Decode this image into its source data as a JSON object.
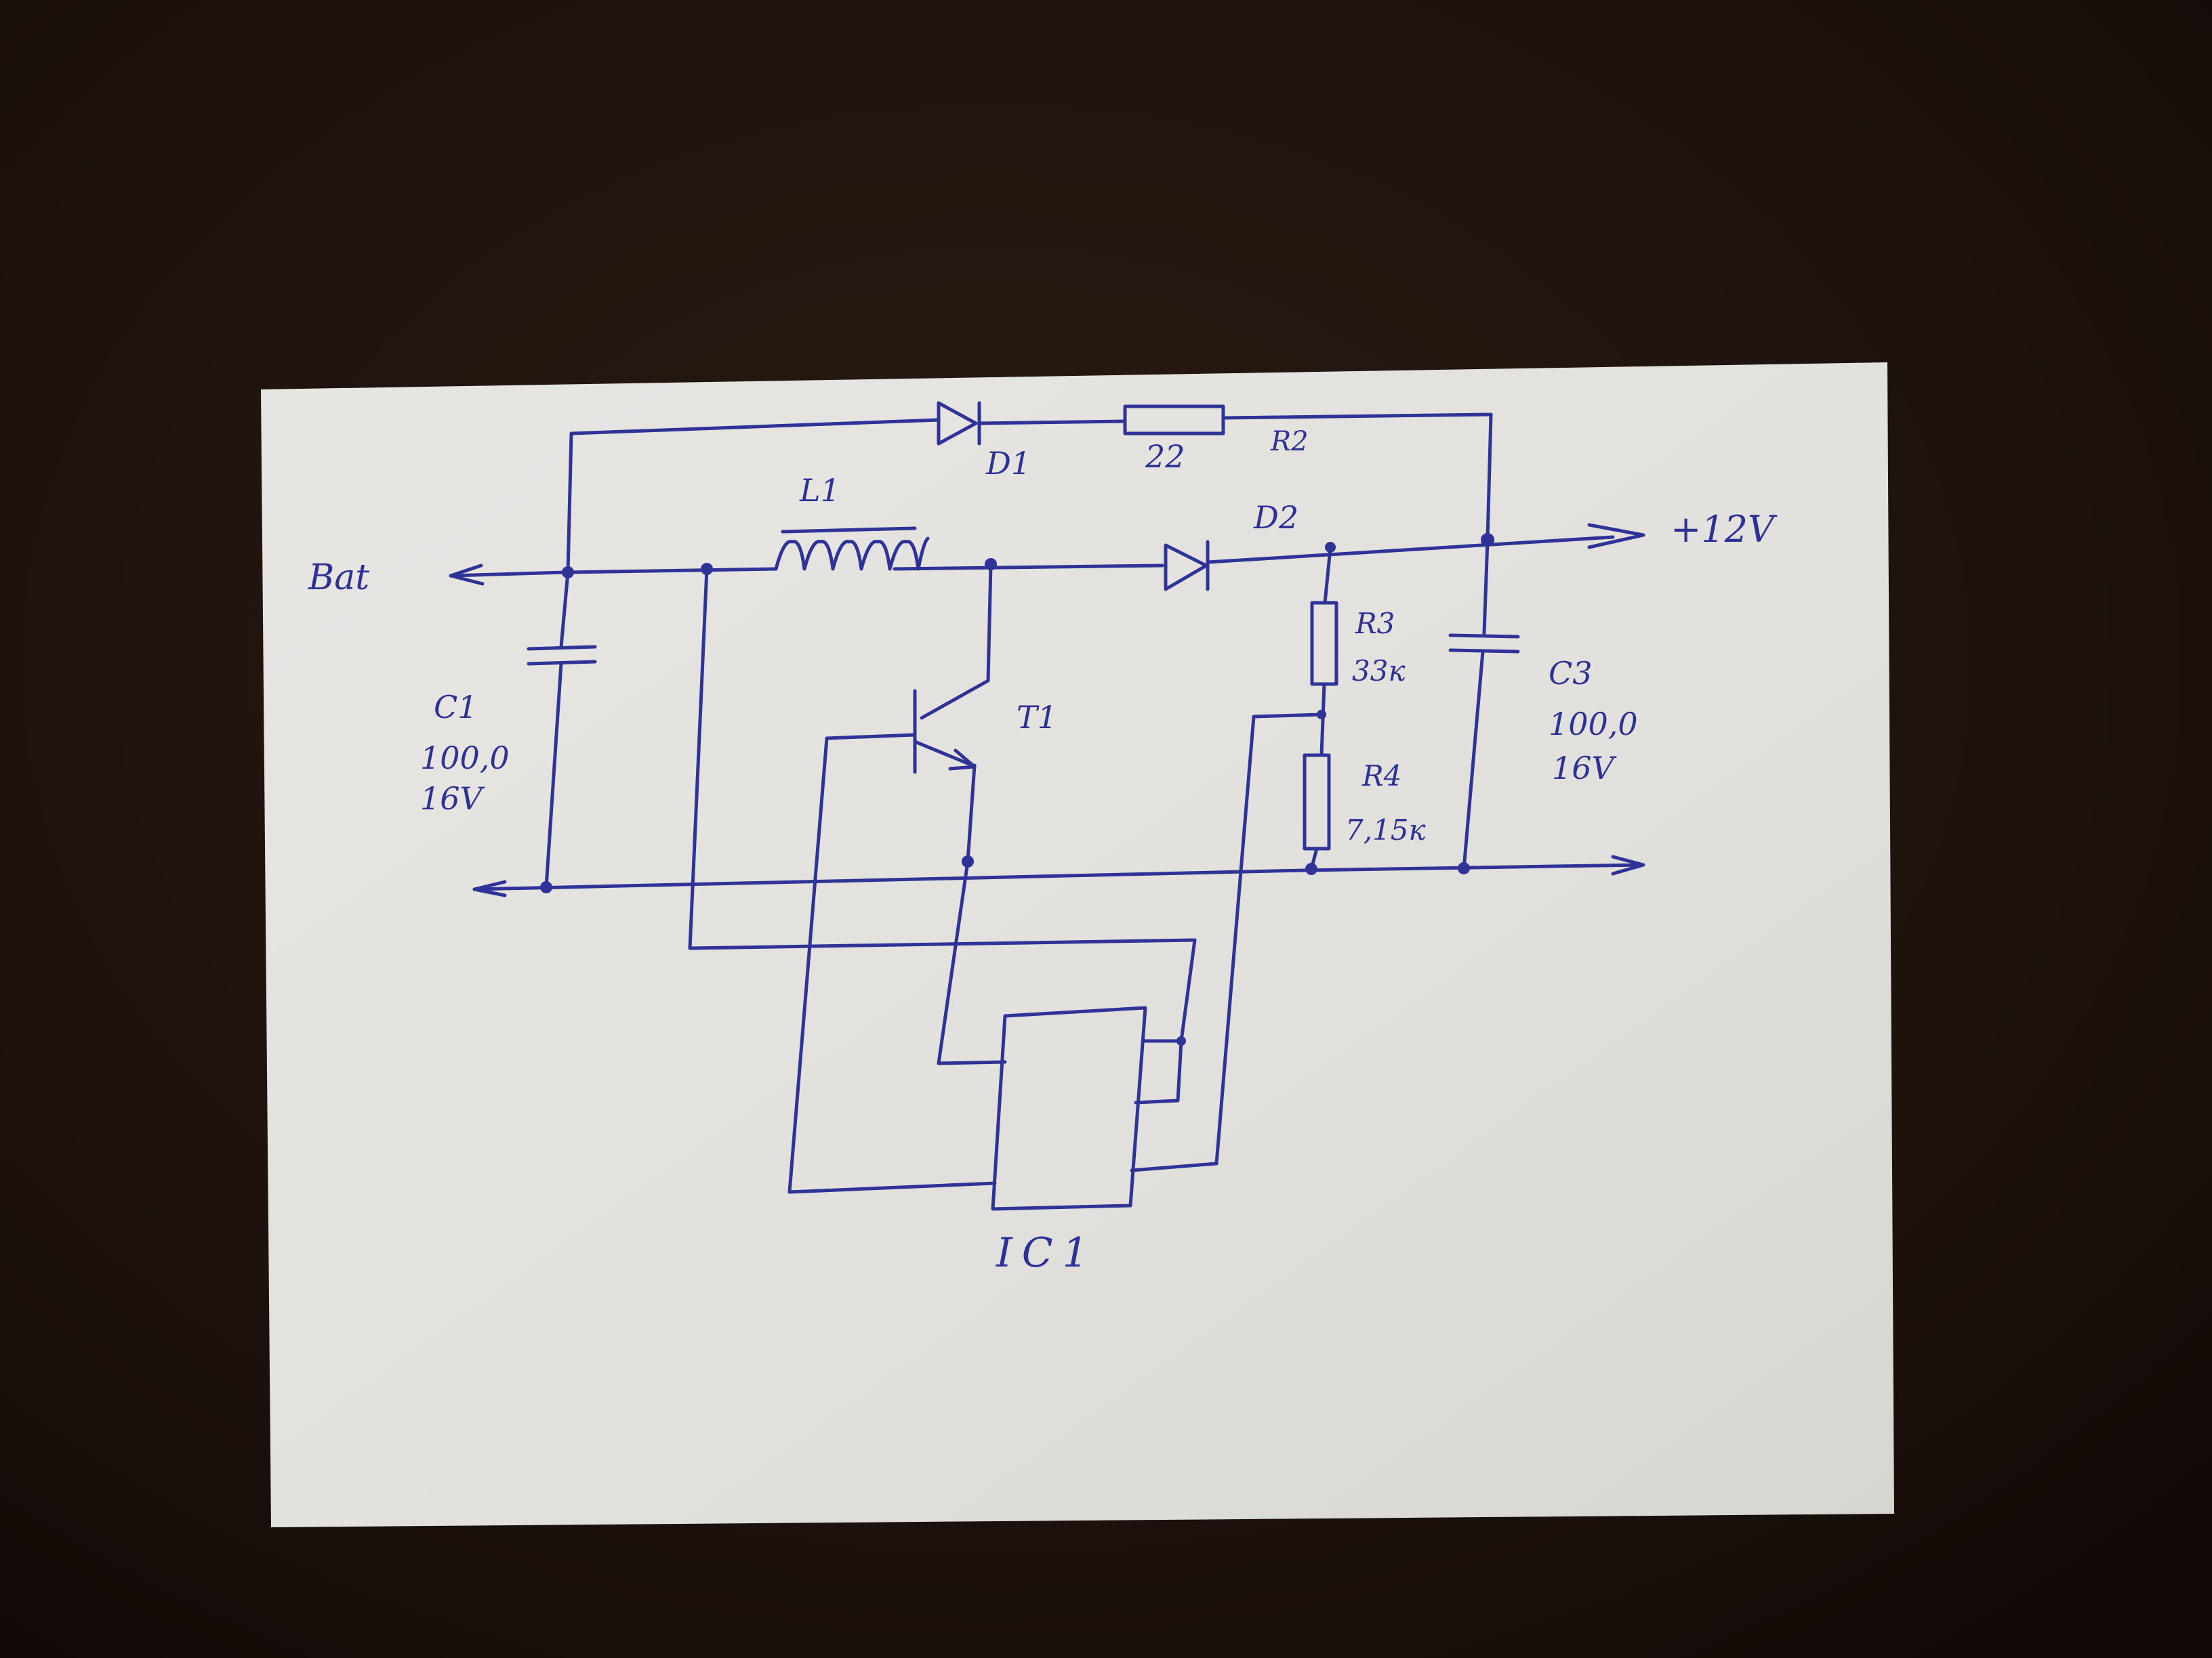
{
  "scene": {
    "table_color": "#20140e",
    "paper_color": "#e4e2df",
    "ink_color": "#2f3296"
  },
  "labels": {
    "bat": "Bat",
    "plus12v": "+12V",
    "l1": "L1",
    "d1": "D1",
    "d2": "D2",
    "r2_value": "22",
    "r2": "R2",
    "c1": "C1",
    "c1_cap": "100,0",
    "c1_volt": "16V",
    "c3": "C3",
    "c3_cap": "100,0",
    "c3_volt": "16V",
    "r3": "R3",
    "r3_value": "33к",
    "r4": "R4",
    "r4_value": "7,15к",
    "t1": "T1",
    "ic1": "IC1"
  }
}
